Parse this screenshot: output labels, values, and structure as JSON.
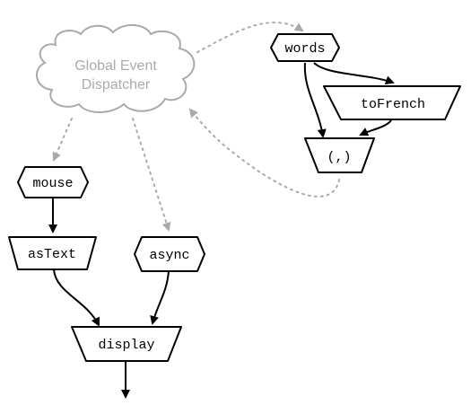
{
  "dispatcher": {
    "line1": "Global Event",
    "line2": "Dispatcher"
  },
  "nodes": {
    "words": "words",
    "toFrench": "toFrench",
    "tuple": "(,)",
    "mouse": "mouse",
    "asText": "asText",
    "async": "async",
    "display": "display"
  },
  "colors": {
    "dispatcher_stroke": "#aaaaaa",
    "dispatcher_text": "#aaaaaa",
    "dotted_edge": "#aaaaaa",
    "node_stroke": "#000000",
    "edge": "#000000"
  }
}
